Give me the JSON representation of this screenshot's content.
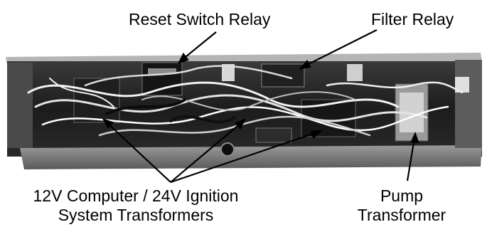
{
  "labels": {
    "reset_switch_relay": "Reset Switch Relay",
    "filter_relay": "Filter Relay",
    "transformers_line1": "12V Computer / 24V Ignition",
    "transformers_line2": "System Transformers",
    "pump_line1": "Pump",
    "pump_line2": "Transformer"
  },
  "colors": {
    "ink": "#000000",
    "background": "#ffffff"
  }
}
